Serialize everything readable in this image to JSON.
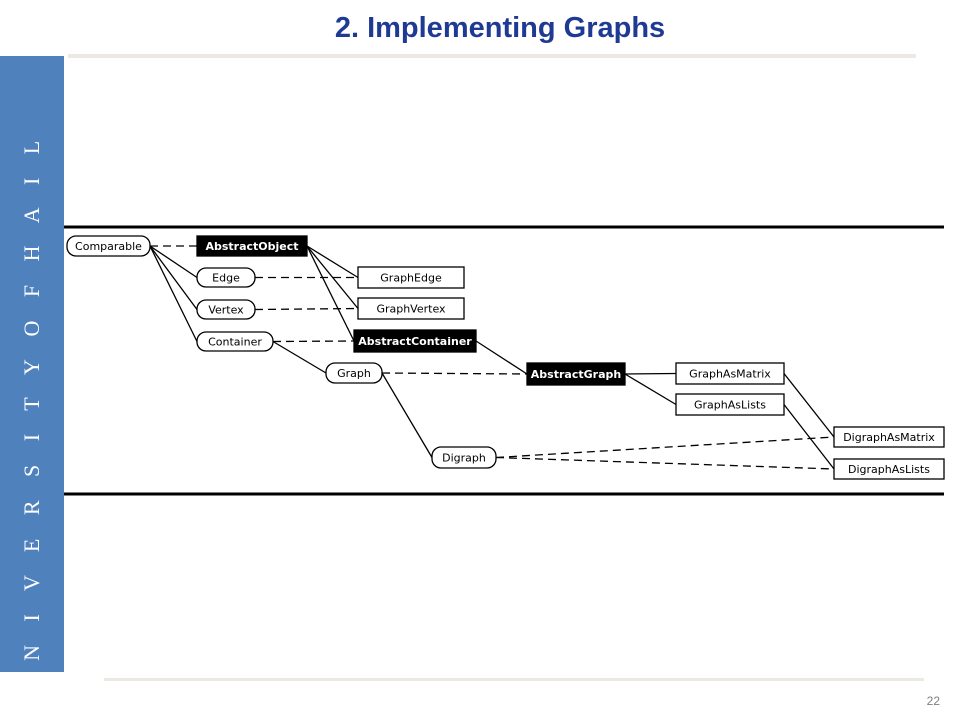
{
  "slide": {
    "title": "2. Implementing Graphs",
    "sidebar_text": "U N I V E R S I T Y   O F   H A I L",
    "page_number": "22"
  },
  "diagram": {
    "nodes": [
      {
        "id": "comparable",
        "label": "Comparable",
        "shape": "rounded",
        "fill": "white"
      },
      {
        "id": "abstractobject",
        "label": "AbstractObject",
        "shape": "rect",
        "fill": "black"
      },
      {
        "id": "edge",
        "label": "Edge",
        "shape": "rounded",
        "fill": "white"
      },
      {
        "id": "vertex",
        "label": "Vertex",
        "shape": "rounded",
        "fill": "white"
      },
      {
        "id": "container",
        "label": "Container",
        "shape": "rounded",
        "fill": "white"
      },
      {
        "id": "graphedge",
        "label": "GraphEdge",
        "shape": "rect",
        "fill": "white"
      },
      {
        "id": "graphvertex",
        "label": "GraphVertex",
        "shape": "rect",
        "fill": "white"
      },
      {
        "id": "abstractcontainer",
        "label": "AbstractContainer",
        "shape": "rect",
        "fill": "black"
      },
      {
        "id": "graph",
        "label": "Graph",
        "shape": "rounded",
        "fill": "white"
      },
      {
        "id": "abstractgraph",
        "label": "AbstractGraph",
        "shape": "rect",
        "fill": "black"
      },
      {
        "id": "graphasmatrix",
        "label": "GraphAsMatrix",
        "shape": "rect",
        "fill": "white"
      },
      {
        "id": "graphaslists",
        "label": "GraphAsLists",
        "shape": "rect",
        "fill": "white"
      },
      {
        "id": "digraph",
        "label": "Digraph",
        "shape": "rounded",
        "fill": "white"
      },
      {
        "id": "digraphasmatrix",
        "label": "DigraphAsMatrix",
        "shape": "rect",
        "fill": "white"
      },
      {
        "id": "digraphaslists",
        "label": "DigraphAsLists",
        "shape": "rect",
        "fill": "white"
      }
    ],
    "edges": [
      {
        "from": "comparable",
        "to": "abstractobject",
        "style": "dashed"
      },
      {
        "from": "comparable",
        "to": "edge",
        "style": "solid"
      },
      {
        "from": "comparable",
        "to": "vertex",
        "style": "solid"
      },
      {
        "from": "comparable",
        "to": "container",
        "style": "solid"
      },
      {
        "from": "edge",
        "to": "graphedge",
        "style": "dashed"
      },
      {
        "from": "vertex",
        "to": "graphvertex",
        "style": "dashed"
      },
      {
        "from": "container",
        "to": "abstractcontainer",
        "style": "dashed"
      },
      {
        "from": "container",
        "to": "graph",
        "style": "solid"
      },
      {
        "from": "abstractobject",
        "to": "graphedge",
        "style": "solid"
      },
      {
        "from": "abstractobject",
        "to": "graphvertex",
        "style": "solid"
      },
      {
        "from": "abstractobject",
        "to": "abstractcontainer",
        "style": "solid"
      },
      {
        "from": "graph",
        "to": "abstractgraph",
        "style": "dashed"
      },
      {
        "from": "graph",
        "to": "digraph",
        "style": "solid"
      },
      {
        "from": "abstractcontainer",
        "to": "abstractgraph",
        "style": "solid"
      },
      {
        "from": "abstractgraph",
        "to": "graphasmatrix",
        "style": "solid"
      },
      {
        "from": "abstractgraph",
        "to": "graphaslists",
        "style": "solid"
      },
      {
        "from": "graphasmatrix",
        "to": "digraphasmatrix",
        "style": "solid"
      },
      {
        "from": "graphaslists",
        "to": "digraphaslists",
        "style": "solid"
      },
      {
        "from": "digraph",
        "to": "digraphasmatrix",
        "style": "dashed"
      },
      {
        "from": "digraph",
        "to": "digraphaslists",
        "style": "dashed"
      }
    ]
  }
}
